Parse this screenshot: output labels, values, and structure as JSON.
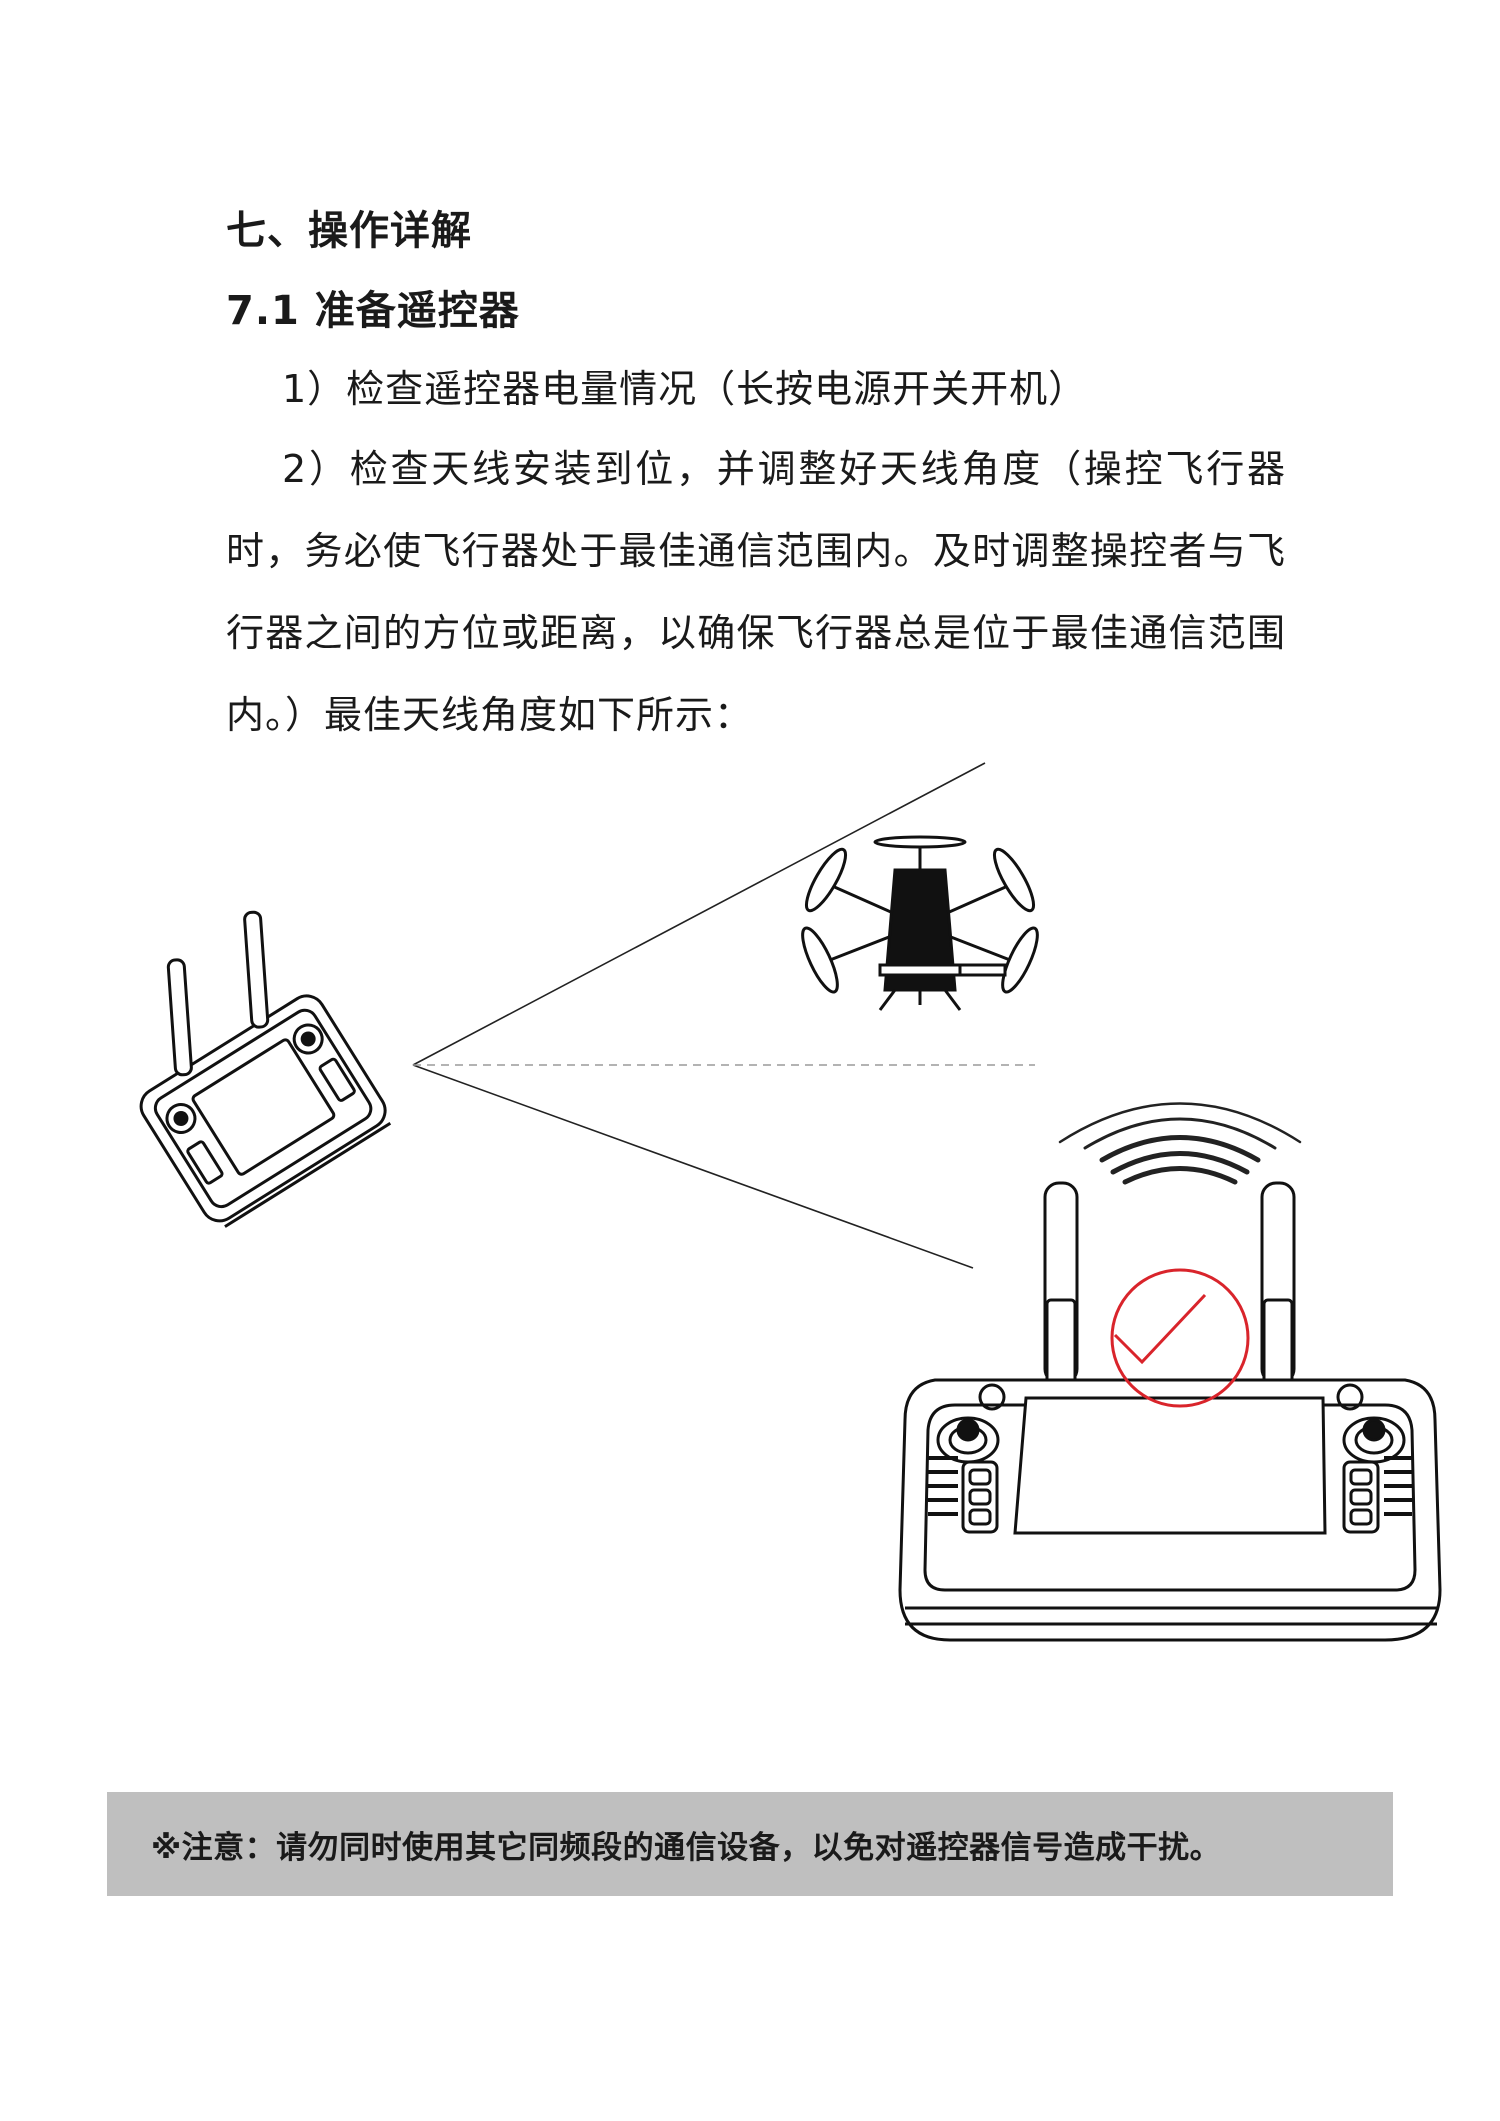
{
  "section": {
    "title": "七、操作详解",
    "subsection_title": "7.1 准备遥控器"
  },
  "steps": [
    {
      "text": "1）检查遥控器电量情况（长按电源开关开机）"
    },
    {
      "text": "2）检查天线安装到位，并调整好天线角度（操控飞行器时，务必使飞行器处于最佳通信范围内。及时调整操控者与飞行器之间的方位或距离，以确保飞行器总是位于最佳通信范围内。）最佳天线角度如下所示："
    }
  ],
  "figure": {
    "description": "Remote controller antenna orientation illustration: angled controller with signal cone toward hexacopter drone; front view of controller with upright antennas, signal waves and red check mark",
    "check_color": "#d9242b",
    "line_color": "#222222",
    "dashed_color": "#9a9a9a"
  },
  "notice": {
    "text": "※注意：请勿同时使用其它同频段的通信设备，以免对遥控器信号造成干扰。",
    "background": "#bfbfbf"
  }
}
